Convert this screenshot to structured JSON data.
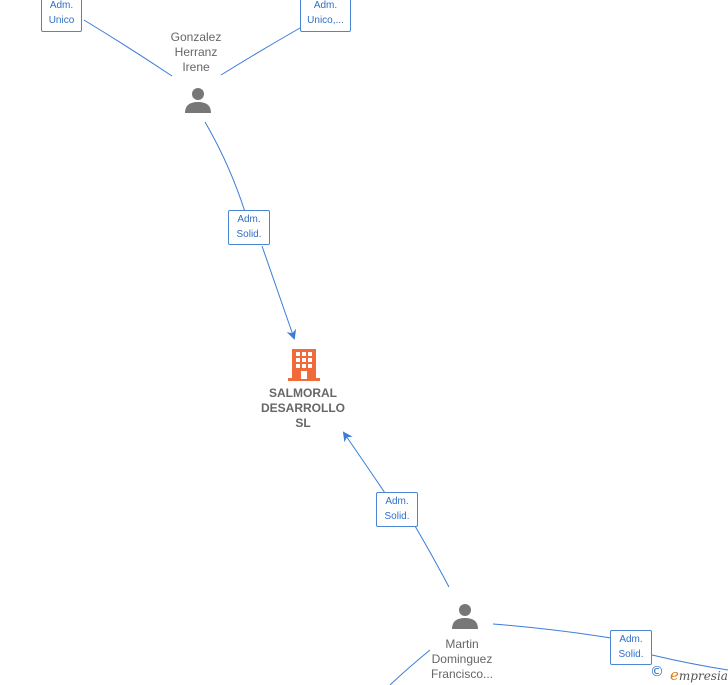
{
  "colors": {
    "edge": "#3b7dd8",
    "person_icon": "#777777",
    "company_icon": "#f06a3a",
    "label": "#666666"
  },
  "company": {
    "name": "SALMORAL\nDESARROLLO\nSL",
    "icon": "building-icon"
  },
  "persons": [
    {
      "id": "p1",
      "name": "Gonzalez\nHerranz\nIrene",
      "icon": "person-icon"
    },
    {
      "id": "p2",
      "name": "Martin\nDominguez\nFrancisco...",
      "icon": "person-icon"
    }
  ],
  "edge_labels": [
    {
      "id": "e1",
      "text": "Adm.\nUnico"
    },
    {
      "id": "e2",
      "text": "Adm.\nUnico,..."
    },
    {
      "id": "e3",
      "text": "Adm.\nSolid."
    },
    {
      "id": "e4",
      "text": "Adm.\nSolid."
    },
    {
      "id": "e5",
      "text": "Adm.\nSolid."
    }
  ],
  "brand": {
    "copyright": "©",
    "initial": "e",
    "rest": "mpresia"
  }
}
